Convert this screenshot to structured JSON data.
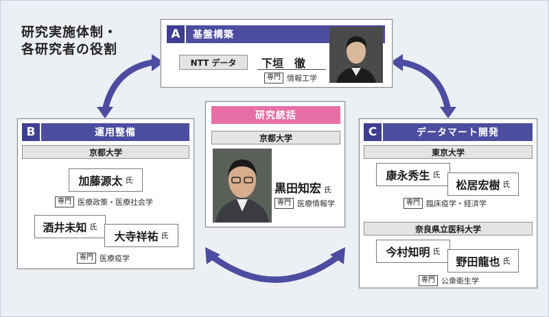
{
  "title": [
    "研究実施体制・",
    "各研究者の役割"
  ],
  "spec_tag": "専門",
  "honorific": "氏",
  "colors": {
    "header": "#4c4ca0",
    "pink": "#e86fa5",
    "arrow": "#4c4ca0"
  },
  "box_a": {
    "letter": "A",
    "title": "基盤構築",
    "org": "NTT データ",
    "name": "下垣　徹",
    "field": "情報工学"
  },
  "box_center": {
    "title": "研究統括",
    "org": "京都大学",
    "name": "黒田知宏",
    "field": "医療情報学"
  },
  "box_b": {
    "letter": "B",
    "title": "運用整備",
    "org": "京都大学",
    "names": [
      "加藤源太",
      "酒井未知",
      "大寺祥祐"
    ],
    "fields": [
      "医療政策・医療社会学",
      "医療疫学"
    ]
  },
  "box_c": {
    "letter": "C",
    "title": "データマート開発",
    "orgs": [
      "東京大学",
      "奈良県立医科大学"
    ],
    "names": [
      "康永秀生",
      "松居宏樹",
      "今村知明",
      "野田龍也"
    ],
    "fields": [
      "臨床疫学・経済学",
      "公衆衛生学"
    ]
  }
}
